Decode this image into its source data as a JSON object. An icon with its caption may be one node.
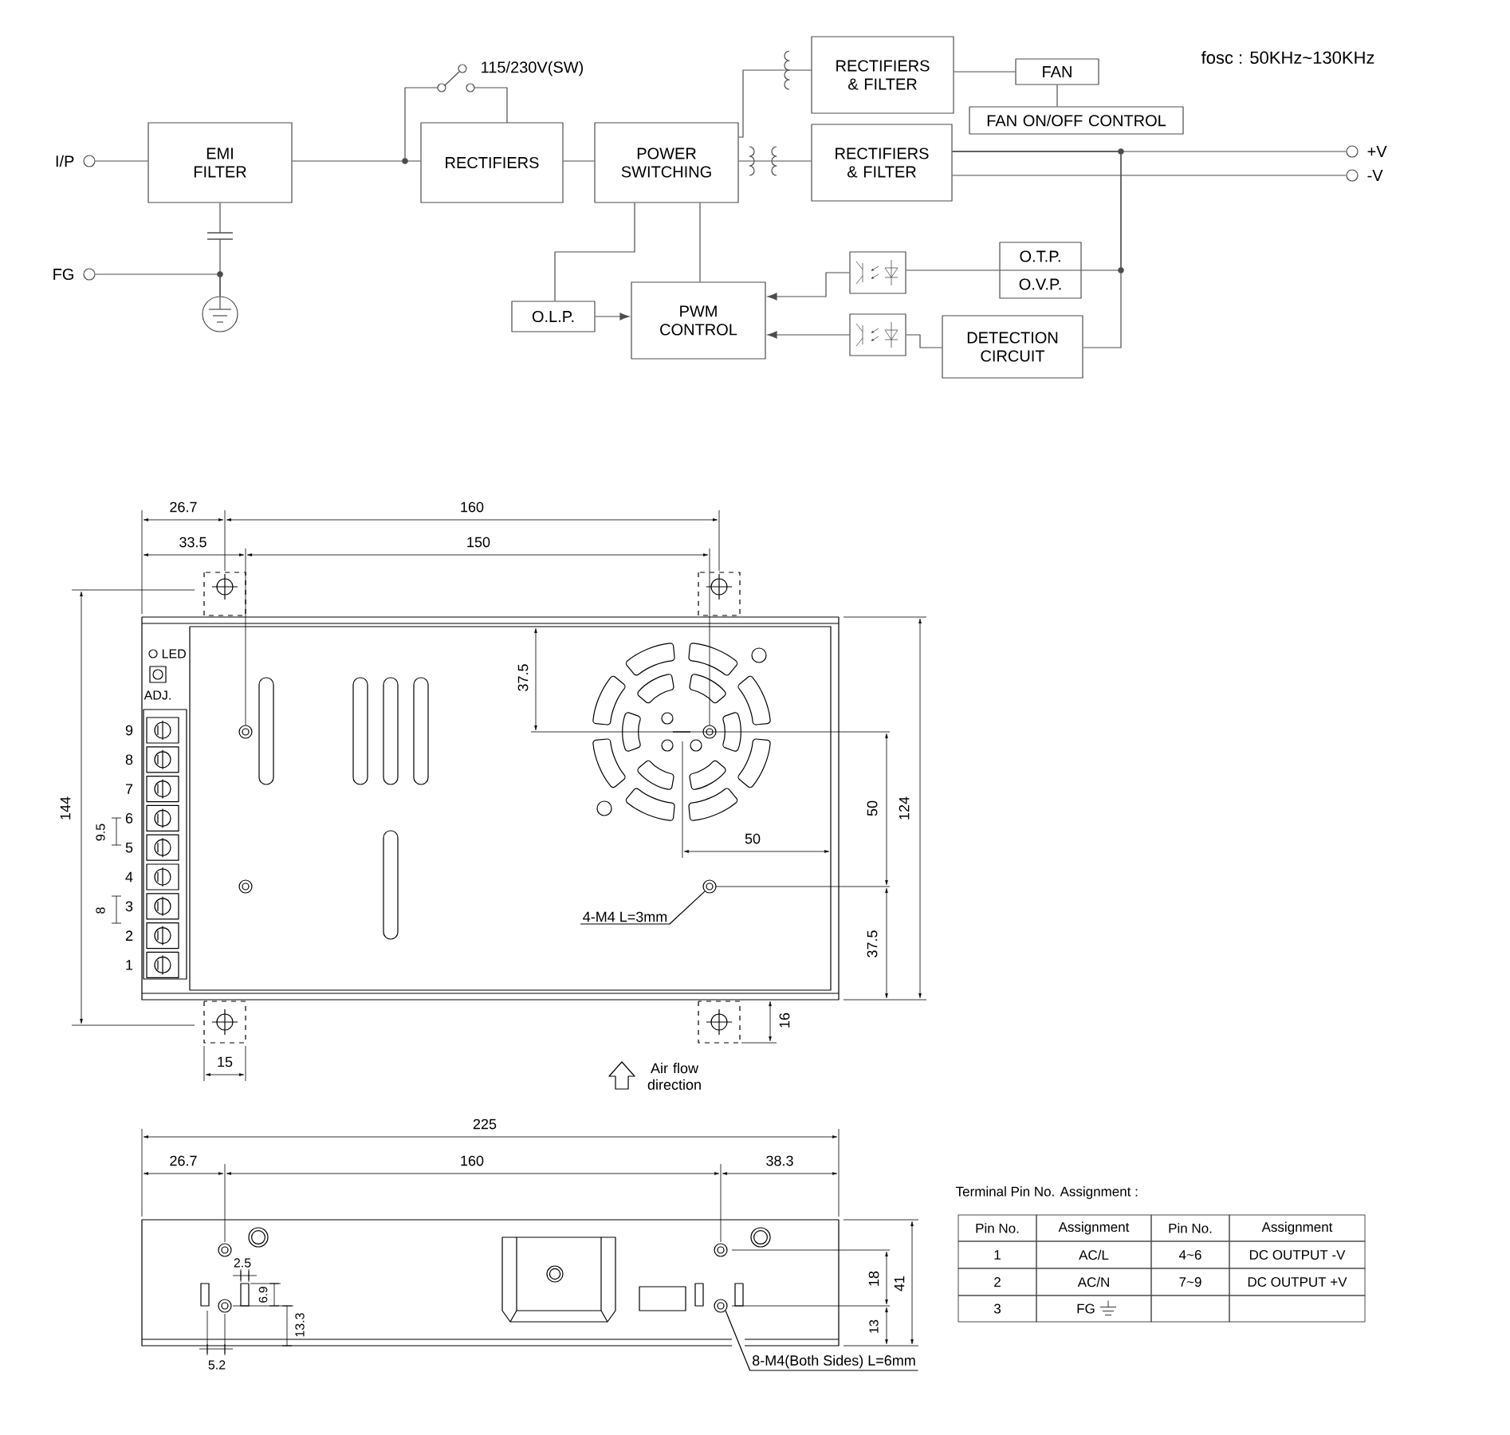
{
  "diagram": {
    "nodes": [
      {
        "text": [],
        "shape": "circle",
        "beside": [
          "I/P"
        ]
      },
      {
        "text": [
          "EMI FILTER"
        ]
      },
      {
        "text": [],
        "shape": "circle",
        "beside": [
          "FG"
        ]
      },
      {
        "text": [],
        "shape": "circle"
      },
      {
        "text": [
          "RECTIFIERS"
        ]
      },
      {
        "text": [
          "POWER SWITCHING"
        ]
      },
      {
        "text": [
          "RECTIFIERS & FILTER"
        ]
      },
      {
        "text": [
          "FAN"
        ]
      },
      {
        "text": [
          "FAN ON/OFF CONTROL"
        ]
      },
      {
        "text": [
          "RECTIFIERS & FILTER"
        ]
      },
      {
        "text": [],
        "shape": "circle",
        "beside": [
          "+V"
        ]
      },
      {
        "text": [],
        "shape": "circle",
        "beside": [
          "-V"
        ]
      },
      {
        "text": [
          "O.L.P."
        ]
      },
      {
        "text": [
          "PWM CONTROL"
        ]
      },
      {
        "text": [],
        "shape": "box"
      },
      {
        "text": [
          "O.T.P.",
          "O.V.P."
        ]
      },
      {
        "text": [],
        "shape": "box"
      },
      {
        "text": [
          "DETECTION CIRCUIT"
        ]
      },
      {
        "text": [
          "4-M4 L=3mm"
        ]
      },
      {
        "text": [],
        "shape": "circle"
      },
      {
        "text": [
          "8-M4(Both Sides) L=6mm"
        ]
      },
      {
        "text": [],
        "shape": "circle"
      }
    ],
    "edges": [
      {
        "from": 0,
        "to": 1,
        "arrow": "none"
      },
      {
        "from": 1,
        "to": 3,
        "arrow": "none"
      },
      {
        "from": 2,
        "to": 3,
        "arrow": "none"
      },
      {
        "from": 1,
        "to": 4,
        "arrow": "none"
      },
      {
        "from": 4,
        "to": 5,
        "arrow": "none"
      },
      {
        "from": 5,
        "to": 6,
        "arrow": "none"
      },
      {
        "from": 5,
        "to": 9,
        "arrow": "none"
      },
      {
        "from": 6,
        "to": 7,
        "arrow": "none"
      },
      {
        "from": 7,
        "to": 8,
        "arrow": "none"
      },
      {
        "from": 9,
        "to": 10,
        "arrow": "none"
      },
      {
        "from": 9,
        "to": 11,
        "arrow": "none"
      },
      {
        "from": 5,
        "to": 12,
        "arrow": "none"
      },
      {
        "from": 5,
        "to": 13,
        "arrow": "none"
      },
      {
        "from": 12,
        "to": 13,
        "arrow": "to"
      },
      {
        "from": 14,
        "to": 13,
        "arrow": "to"
      },
      {
        "from": 16,
        "to": 13,
        "arrow": "to"
      },
      {
        "from": 15,
        "to": 14,
        "arrow": "none"
      },
      {
        "from": 17,
        "to": 16,
        "arrow": "none"
      },
      {
        "from": 9,
        "to": 15,
        "arrow": "none"
      },
      {
        "from": 9,
        "to": 17,
        "arrow": "none"
      },
      {
        "from": 18,
        "to": 19,
        "arrow": "none"
      },
      {
        "from": 20,
        "to": 21,
        "arrow": "none"
      }
    ],
    "labels": [
      "115/230V(SW)",
      "fosc : 50KHz~130KHz",
      "26.7",
      "160",
      "33.5",
      "150",
      "LED",
      "ADJ.",
      "37.5",
      "144",
      "9",
      "8",
      "7",
      "6",
      "5",
      "4",
      "3",
      "2",
      "1",
      "9.5",
      "8",
      "50",
      "124",
      "50",
      "37.5",
      "16",
      "15",
      "Air flow direction",
      "225",
      "26.7",
      "160",
      "38.3",
      "2.5",
      "6.9",
      "13.3",
      "5.2",
      "18",
      "41",
      "13",
      "Terminal Pin No. Assignment :",
      "Pin No.",
      "Assignment",
      "Pin No.",
      "Assignment",
      "1",
      "AC/L",
      "4~6",
      "DC OUTPUT -V",
      "2",
      "AC/N",
      "7~9",
      "DC OUTPUT +V",
      "3",
      "FG"
    ]
  }
}
